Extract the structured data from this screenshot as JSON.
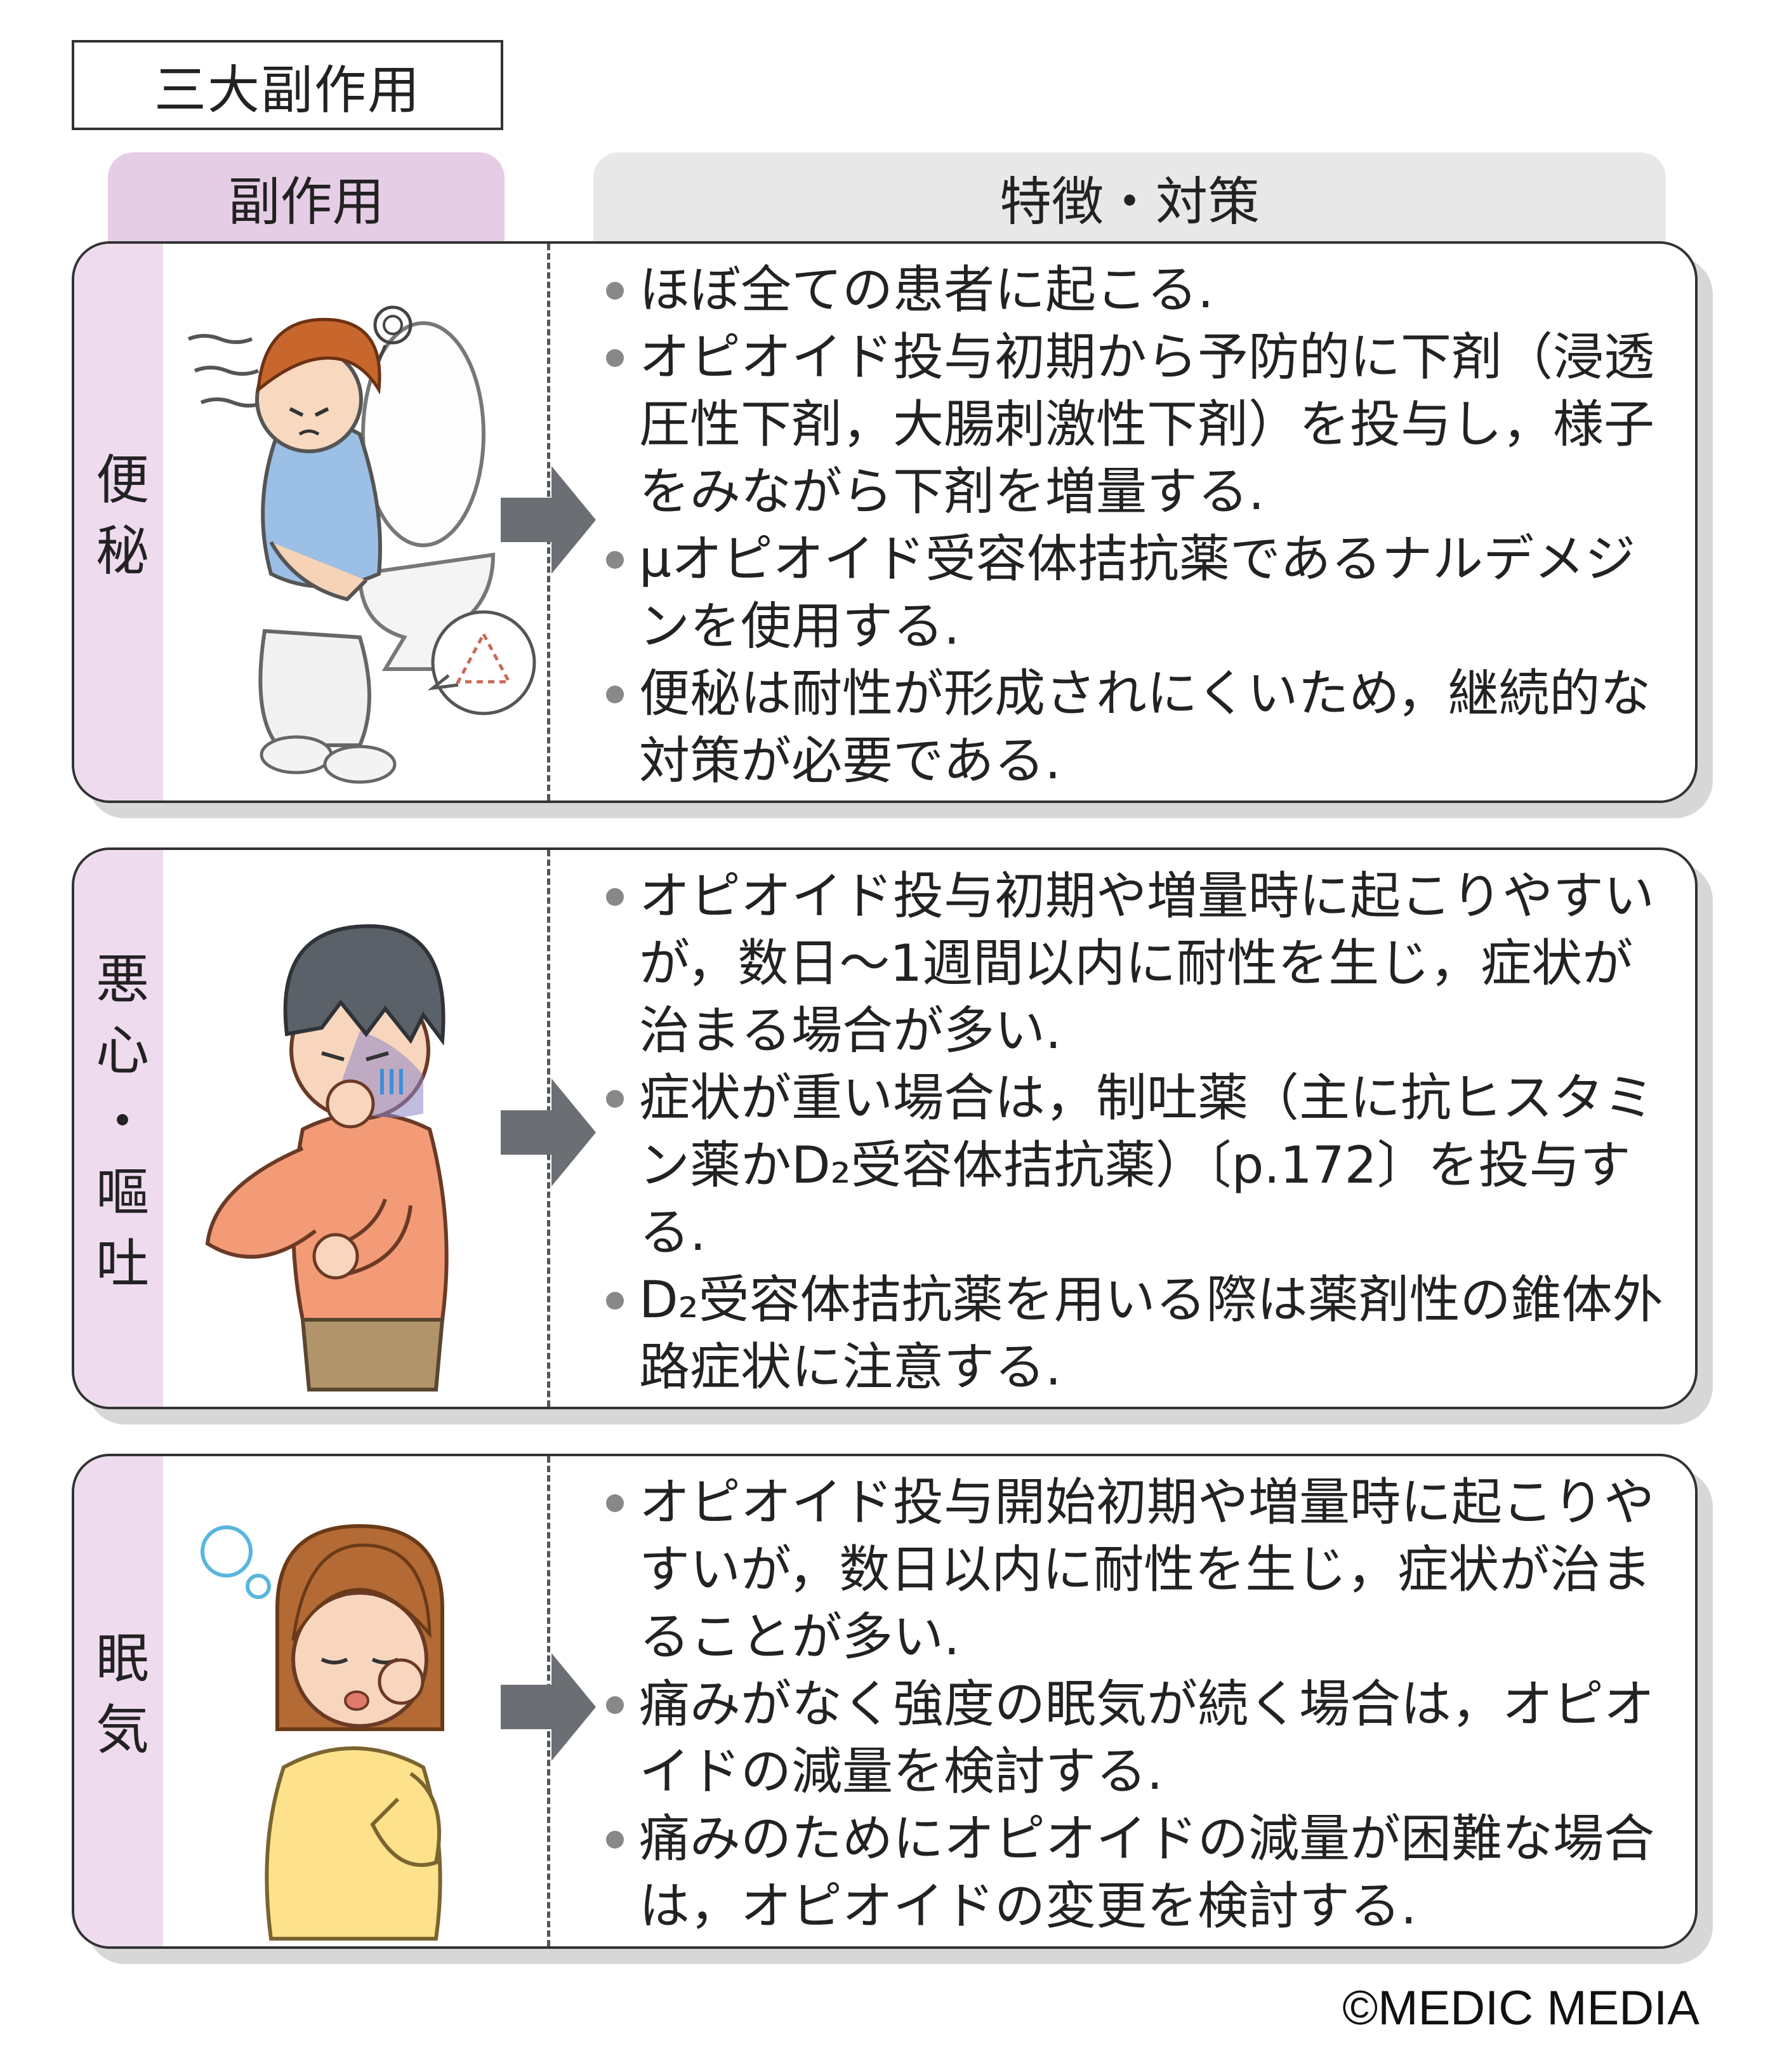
{
  "title": "三大副作用",
  "header": {
    "left": "副作用",
    "right": "特徴・対策"
  },
  "rows": [
    {
      "label": "便秘",
      "items": [
        "ほぼ全ての患者に起こる.",
        "オピオイド投与初期から予防的に下剤（浸透圧性下剤，大腸刺激性下剤）を投与し，様子をみながら下剤を増量する.",
        "μオピオイド受容体拮抗薬であるナルデメジンを使用する.",
        "便秘は耐性が形成されにくいため，継続的な対策が必要である."
      ]
    },
    {
      "label": "悪心・嘔吐",
      "items": [
        "オピオイド投与初期や増量時に起こりやすいが，数日〜1週間以内に耐性を生じ，症状が治まる場合が多い.",
        "症状が重い場合は，制吐薬（主に抗ヒスタミン薬かD₂受容体拮抗薬）〔p.172〕を投与する.",
        "D₂受容体拮抗薬を用いる際は薬剤性の錐体外路症状に注意する."
      ]
    },
    {
      "label": "眠気",
      "items": [
        "オピオイド投与開始初期や増量時に起こりやすいが，数日以内に耐性を生じ，症状が治まることが多い.",
        "痛みがなく強度の眠気が続く場合は，オピオイドの減量を検討する.",
        "痛みのためにオピオイドの減量が困難な場合は，オピオイドの変更を検討する."
      ]
    }
  ],
  "copyright": "©MEDIC MEDIA",
  "colors": {
    "label_bg": "#efdbee",
    "header_left": "#e5cde6",
    "header_right": "#e8e8e8",
    "arrow": "#6b6f73"
  }
}
